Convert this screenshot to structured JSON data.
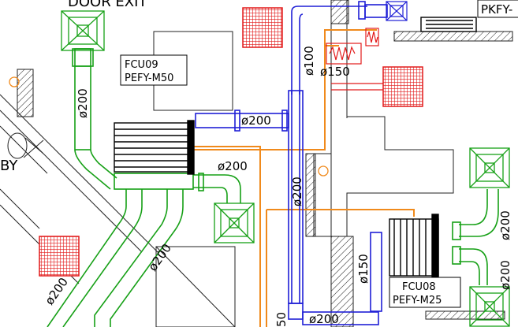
{
  "top_left_text": "DOOR EXIT",
  "top_right_text": "PKFY-",
  "left_edge_text": "BY",
  "units": [
    {
      "code": "FCU09",
      "model": "PEFY-M50"
    },
    {
      "code": "FCU08",
      "model": "PEFY-M25"
    }
  ],
  "dims": {
    "d200_left_riser": "ø200",
    "d200_branch_right": "ø200",
    "d200_branch_left": "ø200",
    "d200_supply_top": "ø200",
    "d200_return_elbow": "ø200",
    "d100_blue": "ø100",
    "d150_top": "ø150",
    "d200_blue_riser": "ø200",
    "d150_vertical": "ø150",
    "d200_right_upper": "ø200",
    "d200_right_lower": "ø200",
    "d200_bottom": "ø200",
    "d50_bottom": "50"
  },
  "colors": {
    "supply": "#16a016",
    "exhaust": "#1f1fd6",
    "fresh_air": "#e21a1a",
    "refrigerant": "#f08a1c",
    "structure": "#222222"
  }
}
